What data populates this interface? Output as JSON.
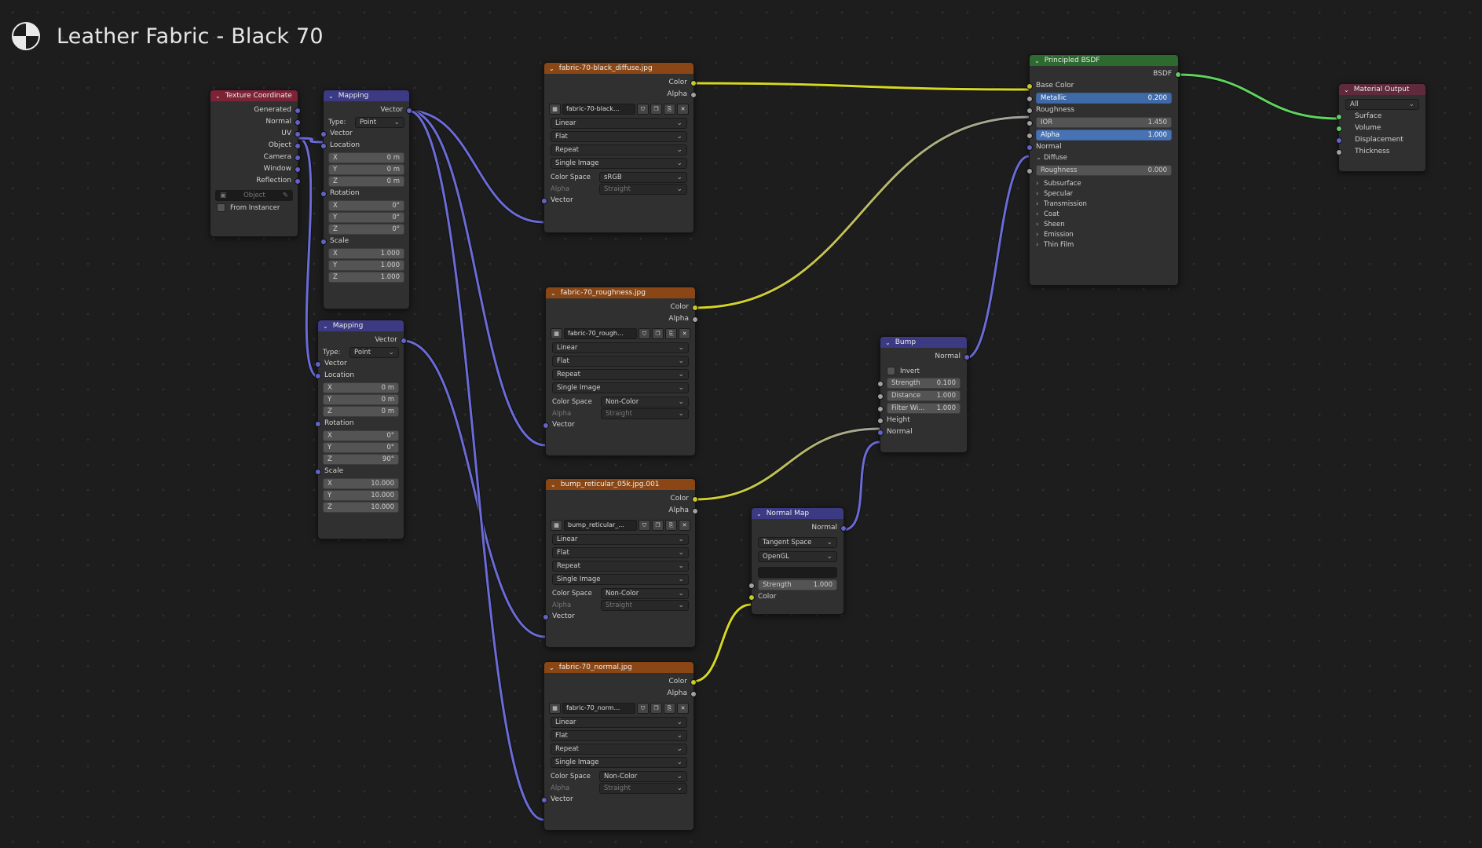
{
  "editor": {
    "title": "Leather Fabric - Black 70",
    "icon": "material-sphere-icon"
  },
  "nodes": {
    "texcoord": {
      "title": "Texture Coordinate",
      "outputs": [
        "Generated",
        "Normal",
        "UV",
        "Object",
        "Camera",
        "Window",
        "Reflection"
      ],
      "object_placeholder": "Object",
      "from_instancer": "From Instancer"
    },
    "mapping1": {
      "title": "Mapping",
      "output": "Vector",
      "type_label": "Type:",
      "type_value": "Point",
      "vector": "Vector",
      "location": "Location",
      "loc": [
        [
          "X",
          "0 m"
        ],
        [
          "Y",
          "0 m"
        ],
        [
          "Z",
          "0 m"
        ]
      ],
      "rotation": "Rotation",
      "rot": [
        [
          "X",
          "0°"
        ],
        [
          "Y",
          "0°"
        ],
        [
          "Z",
          "0°"
        ]
      ],
      "scale": "Scale",
      "scl": [
        [
          "X",
          "1.000"
        ],
        [
          "Y",
          "1.000"
        ],
        [
          "Z",
          "1.000"
        ]
      ]
    },
    "mapping2": {
      "title": "Mapping",
      "output": "Vector",
      "type_label": "Type:",
      "type_value": "Point",
      "vector": "Vector",
      "location": "Location",
      "loc": [
        [
          "X",
          "0 m"
        ],
        [
          "Y",
          "0 m"
        ],
        [
          "Z",
          "0 m"
        ]
      ],
      "rotation": "Rotation",
      "rot": [
        [
          "X",
          "0°"
        ],
        [
          "Y",
          "0°"
        ],
        [
          "Z",
          "90°"
        ]
      ],
      "scale": "Scale",
      "scl": [
        [
          "X",
          "10.000"
        ],
        [
          "Y",
          "10.000"
        ],
        [
          "Z",
          "10.000"
        ]
      ]
    },
    "img1": {
      "title": "fabric-70-black_diffuse.jpg",
      "file": "fabric-70-black...",
      "color": "Color",
      "alpha": "Alpha",
      "interp": "Linear",
      "proj": "Flat",
      "ext": "Repeat",
      "src": "Single Image",
      "cs_label": "Color Space",
      "cs": "sRGB",
      "alpha_label": "Alpha",
      "alpha_mode": "Straight",
      "vector": "Vector"
    },
    "img2": {
      "title": "fabric-70_roughness.jpg",
      "file": "fabric-70_rough...",
      "color": "Color",
      "alpha": "Alpha",
      "interp": "Linear",
      "proj": "Flat",
      "ext": "Repeat",
      "src": "Single Image",
      "cs_label": "Color Space",
      "cs": "Non-Color",
      "alpha_label": "Alpha",
      "alpha_mode": "Straight",
      "vector": "Vector"
    },
    "img3": {
      "title": "bump_reticular_05k.jpg.001",
      "file": "bump_reticular_...",
      "color": "Color",
      "alpha": "Alpha",
      "interp": "Linear",
      "proj": "Flat",
      "ext": "Repeat",
      "src": "Single Image",
      "cs_label": "Color Space",
      "cs": "Non-Color",
      "alpha_label": "Alpha",
      "alpha_mode": "Straight",
      "vector": "Vector"
    },
    "img4": {
      "title": "fabric-70_normal.jpg",
      "file": "fabric-70_norm...",
      "color": "Color",
      "alpha": "Alpha",
      "interp": "Linear",
      "proj": "Flat",
      "ext": "Repeat",
      "src": "Single Image",
      "cs_label": "Color Space",
      "cs": "Non-Color",
      "alpha_label": "Alpha",
      "alpha_mode": "Straight",
      "vector": "Vector"
    },
    "bsdf": {
      "title": "Principled BSDF",
      "output": "BSDF",
      "base_color": "Base Color",
      "metallic_label": "Metallic",
      "metallic": "0.200",
      "roughness": "Roughness",
      "ior_label": "IOR",
      "ior": "1.450",
      "alpha_label": "Alpha",
      "alpha": "1.000",
      "normal": "Normal",
      "diffuse": "Diffuse",
      "diffuse_rough_label": "Roughness",
      "diffuse_rough": "0.000",
      "panels": [
        "Subsurface",
        "Specular",
        "Transmission",
        "Coat",
        "Sheen",
        "Emission",
        "Thin Film"
      ]
    },
    "output": {
      "title": "Material Output",
      "target": "All",
      "inputs": [
        "Surface",
        "Volume",
        "Displacement",
        "Thickness"
      ]
    },
    "bump": {
      "title": "Bump",
      "output": "Normal",
      "invert": "Invert",
      "strength_label": "Strength",
      "strength": "0.100",
      "distance_label": "Distance",
      "distance": "1.000",
      "filter_label": "Filter Wi...",
      "filter": "1.000",
      "height": "Height",
      "normal": "Normal"
    },
    "normalmap": {
      "title": "Normal Map",
      "output": "Normal",
      "space": "Tangent Space",
      "convention": "OpenGL",
      "strength_label": "Strength",
      "strength": "1.000",
      "color": "Color"
    }
  },
  "colors": {
    "wire_color": "#d6d624",
    "wire_vector": "#6b6bd6",
    "wire_float": "#a0a0a0",
    "wire_shader": "#5fd35f"
  }
}
